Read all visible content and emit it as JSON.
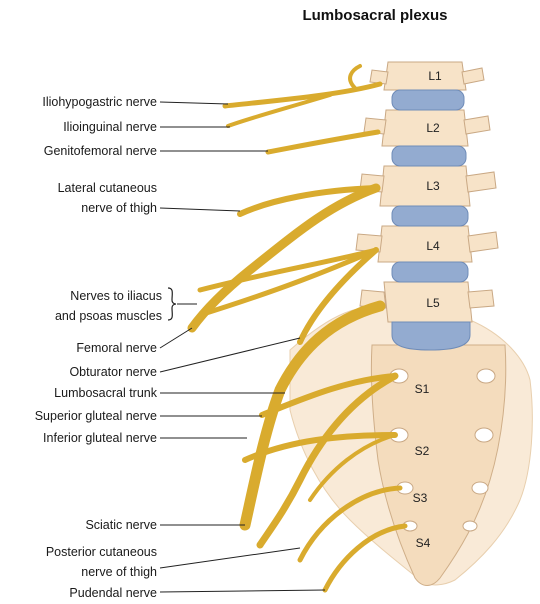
{
  "title": "Lumbosacral plexus",
  "vertebrae": [
    "L1",
    "L2",
    "L3",
    "L4",
    "L5"
  ],
  "sacral": [
    "S1",
    "S2",
    "S3",
    "S4"
  ],
  "labels": [
    {
      "id": "iliohypogastric",
      "lines": [
        "Iliohypogastric nerve"
      ]
    },
    {
      "id": "ilioinguinal",
      "lines": [
        "Ilioinguinal nerve"
      ]
    },
    {
      "id": "genitofemoral",
      "lines": [
        "Genitofemoral nerve"
      ]
    },
    {
      "id": "lateral-cutaneous",
      "lines": [
        "Lateral cutaneous",
        "nerve of thigh"
      ]
    },
    {
      "id": "iliacus-psoas",
      "lines": [
        "Nerves to iliacus",
        "and psoas muscles"
      ]
    },
    {
      "id": "femoral",
      "lines": [
        "Femoral nerve"
      ]
    },
    {
      "id": "obturator",
      "lines": [
        "Obturator nerve"
      ]
    },
    {
      "id": "lumbosacral-trunk",
      "lines": [
        "Lumbosacral trunk"
      ]
    },
    {
      "id": "superior-gluteal",
      "lines": [
        "Superior gluteal nerve"
      ]
    },
    {
      "id": "inferior-gluteal",
      "lines": [
        "Inferior gluteal nerve"
      ]
    },
    {
      "id": "sciatic",
      "lines": [
        "Sciatic nerve"
      ]
    },
    {
      "id": "posterior-cutaneous",
      "lines": [
        "Posterior cutaneous",
        "nerve of thigh"
      ]
    },
    {
      "id": "pudendal",
      "lines": [
        "Pudendal nerve"
      ]
    }
  ],
  "colors": {
    "nerve": "#d9ab2e",
    "nerve_dark": "#a9801a",
    "bone": "#f7e3c8",
    "bone_edge": "#c9a884",
    "disc": "#93abd0",
    "pelvis": "#f9ead7"
  }
}
